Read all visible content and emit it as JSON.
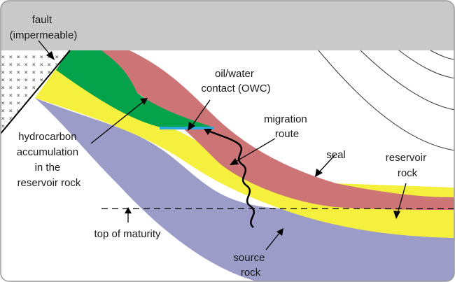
{
  "labels": {
    "fault": [
      "fault",
      "(impermeable)"
    ],
    "owc": [
      "oil/water",
      "contact (OWC)"
    ],
    "migration": [
      "migration",
      "route"
    ],
    "hydrocarbon": [
      "hydrocarbon",
      "accumulation",
      "in the",
      "reservoir rock"
    ],
    "seal": "seal",
    "reservoir": [
      "reservoir",
      "rock"
    ],
    "maturity": "top of maturity",
    "source": [
      "source",
      "rock"
    ]
  },
  "colors": {
    "sky": "#c9c9ca",
    "seal": "#cd7576",
    "reservoir": "#f5ef3e",
    "hydrocarbon": "#05a24c",
    "source": "#9b9cc8",
    "owc_line": "#2aa9de",
    "outline": "#000000",
    "contour": "#333333",
    "text": "#1a1a1a"
  }
}
